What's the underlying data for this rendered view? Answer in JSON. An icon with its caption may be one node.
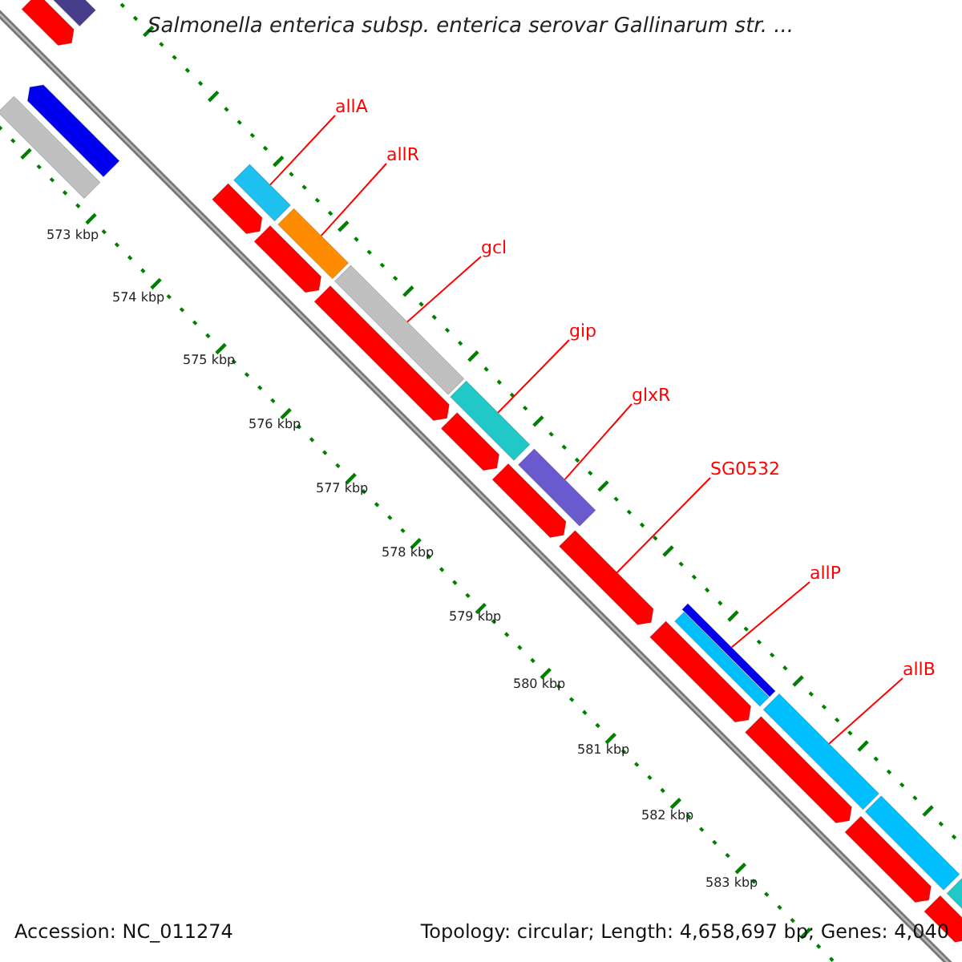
{
  "diagram": {
    "title": "Salmonella enterica subsp. enterica serovar Gallinarum str. ...",
    "nodes": [
      {
        "text": [
          "allA"
        ]
      },
      {
        "text": [
          "allR"
        ]
      },
      {
        "text": [
          "gcl"
        ]
      },
      {
        "text": [
          "gip"
        ]
      },
      {
        "text": [
          "glxR"
        ]
      },
      {
        "text": [
          "SG0532"
        ]
      },
      {
        "text": [
          "allP"
        ]
      },
      {
        "text": [
          "allB"
        ]
      },
      {
        "text": [],
        "shape": "bar"
      },
      {
        "text": [],
        "shape": "bar"
      },
      {
        "text": [],
        "shape": "bar"
      },
      {
        "text": [],
        "shape": "bar"
      },
      {
        "text": [],
        "shape": "bar"
      },
      {
        "text": [],
        "shape": "bar"
      },
      {
        "text": [],
        "shape": "bar"
      },
      {
        "text": [],
        "shape": "bar"
      },
      {
        "text": [],
        "shape": "bar"
      },
      {
        "text": [],
        "shape": "bar"
      },
      {
        "text": [],
        "shape": "bar"
      },
      {
        "text": [],
        "shape": "bar"
      },
      {
        "text": [],
        "shape": "bar"
      },
      {
        "text": [],
        "shape": "bar"
      },
      {
        "text": [],
        "shape": "bar"
      },
      {
        "text": [],
        "shape": "bar"
      },
      {
        "text": [],
        "shape": "bar"
      },
      {
        "text": [],
        "shape": "bar"
      },
      {
        "text": [],
        "shape": "bar"
      },
      {
        "text": [],
        "shape": "bar"
      },
      {
        "text": [],
        "shape": "bar"
      },
      {
        "text": [],
        "shape": "bar"
      },
      {
        "text": [],
        "shape": "bar"
      },
      {
        "text": [],
        "shape": "bar"
      }
    ],
    "edges": [
      {
        "from": 0,
        "to": 12,
        "arrow": "none"
      },
      {
        "from": 1,
        "to": 14,
        "arrow": "none"
      },
      {
        "from": 2,
        "to": 16,
        "arrow": "none"
      },
      {
        "from": 3,
        "to": 18,
        "arrow": "none"
      },
      {
        "from": 4,
        "to": 20,
        "arrow": "none"
      },
      {
        "from": 5,
        "to": 22,
        "arrow": "none"
      },
      {
        "from": 6,
        "to": 23,
        "arrow": "none"
      },
      {
        "from": 7,
        "to": 26,
        "arrow": "none"
      }
    ],
    "labels": [
      "573 kbp",
      "574 kbp",
      "575 kbp",
      "576 kbp",
      "577 kbp",
      "578 kbp",
      "579 kbp",
      "580 kbp",
      "581 kbp",
      "582 kbp",
      "583 kbp",
      "Accession: NC_011274",
      "Topology: circular; Length: 4,658,697 bp; Genes: 4,040"
    ]
  }
}
